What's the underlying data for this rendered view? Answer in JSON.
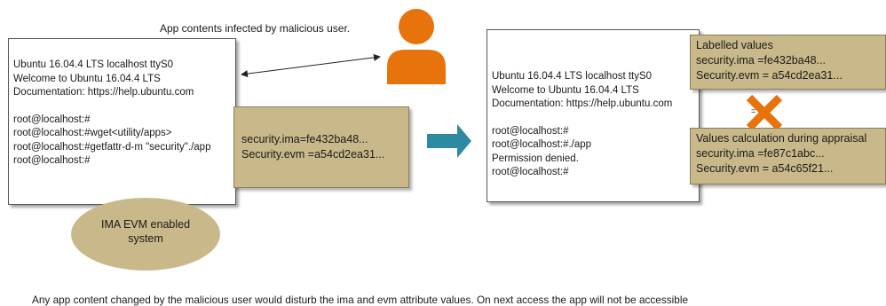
{
  "top_caption": "App contents infected by malicious user.",
  "left_terminal": {
    "lines": [
      "Ubuntu 16.04.4 LTS localhost ttyS0",
      "Welcome to Ubuntu 16.04.4 LTS",
      "Documentation: https://help.ubuntu.com",
      "",
      "root@localhost:#",
      "root@localhost:#wget<utility/apps>",
      "root@localhost:#getfattr-d-m \"security\"./app",
      "root@localhost:#"
    ]
  },
  "left_values": {
    "ima": "security.ima=fe432ba48...",
    "evm": "Security.evm =a54cd2ea31..."
  },
  "ellipse_label": {
    "line1": "IMA EVM enabled",
    "line2": "system"
  },
  "right_terminal": {
    "lines": [
      "Ubuntu 16.04.4 LTS localhost ttyS0",
      "Welcome to Ubuntu 16.04.4 LTS",
      "Documentation: https://help.ubuntu.com",
      "",
      "root@localhost:#",
      "root@localhost:#./app",
      "Permission denied.",
      "root@localhost:#"
    ]
  },
  "labelled_box": {
    "title": "Labelled values",
    "ima": "security.ima =fe432ba48...",
    "evm": "Security.evm = a54cd2ea31..."
  },
  "calc_box": {
    "title": "Values calculation during appraisal",
    "ima": "security.ima =fe87c1abc...",
    "evm": "Security.evm = a54c65f21..."
  },
  "equals_sign": "=",
  "bottom_caption": "Any app content changed by the malicious user would disturb the ima and evm attribute values. On next access the app will not be accessible",
  "colors": {
    "khaki": "#c9b98a",
    "user_orange": "#e8720c",
    "arrow_teal": "#2e8aa3",
    "cross_orange": "#e8720c"
  }
}
